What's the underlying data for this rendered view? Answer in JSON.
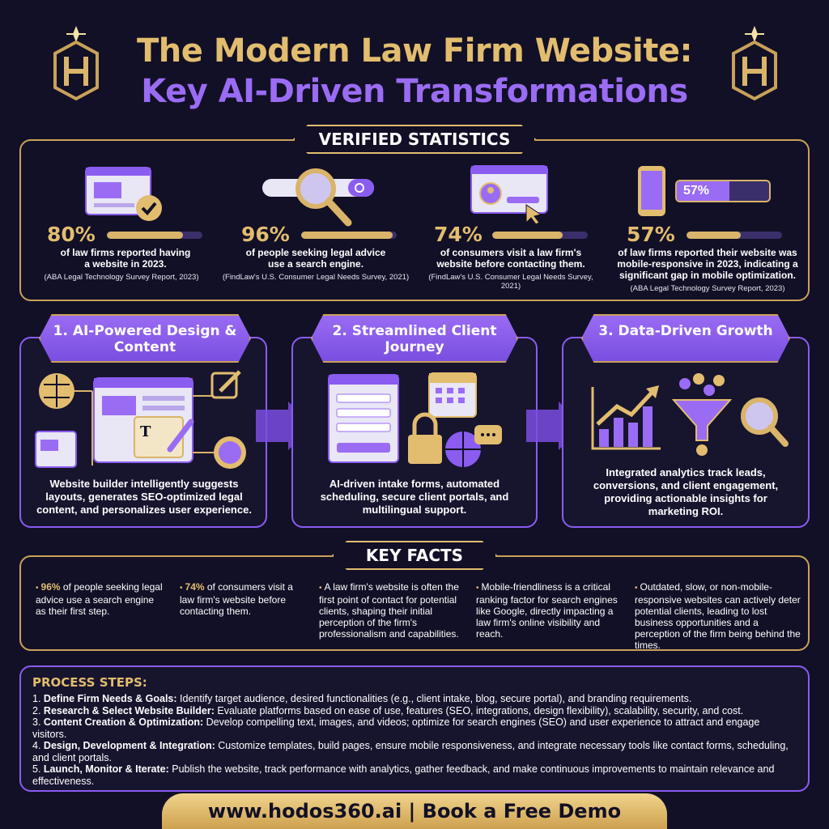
{
  "header": {
    "title_line1": "The Modern Law Firm Website:",
    "title_line2": "Key AI-Driven Transformations"
  },
  "colors": {
    "gold": "#e2bd6f",
    "purple": "#9a6cf4",
    "background": "#121026"
  },
  "statistics": {
    "heading": "VERIFIED STATISTICS",
    "items": [
      {
        "icon": "browser-check-icon",
        "value": "80%",
        "progress": 0.8,
        "text": "of law firms reported having a website in 2023.",
        "source": "(ABA Legal Technology Survey Report, 2023)"
      },
      {
        "icon": "search-magnifier-icon",
        "value": "96%",
        "progress": 0.96,
        "text": "of people seeking legal advice use a search engine.",
        "source": "(FindLaw's U.S. Consumer Legal Needs Survey, 2021)"
      },
      {
        "icon": "browser-profile-icon",
        "value": "74%",
        "progress": 0.74,
        "text": "of consumers visit a law firm's website before contacting them.",
        "source": "(FindLaw's U.S. Consumer Legal Needs Survey, 2021)"
      },
      {
        "icon": "mobile-phone-icon",
        "value": "57%",
        "badge": "57%",
        "progress": 0.57,
        "text": "of law firms reported their website was mobile-responsive in 2023, indicating a significant gap in mobile optimization.",
        "source": "(ABA Legal Technology Survey Report, 2023)"
      }
    ]
  },
  "transformations": [
    {
      "title": "1. AI-Powered Design & Content",
      "text": "Website builder intelligently suggests layouts, generates SEO-optimized legal content, and personalizes user experience."
    },
    {
      "title": "2. Streamlined Client Journey",
      "text": "AI-driven intake forms, automated scheduling, secure client portals, and multilingual support."
    },
    {
      "title": "3. Data-Driven Growth",
      "text": "Integrated analytics track leads, conversions, and client engagement, providing actionable insights for marketing ROI."
    }
  ],
  "key_facts": {
    "heading": "KEY FACTS",
    "items": [
      {
        "highlight": "96%",
        "text": " of people seeking legal advice use a search engine as their first step."
      },
      {
        "highlight": "74%",
        "text": " of consumers visit a law firm's website before contacting them."
      },
      {
        "highlight": "",
        "text": "A law firm's website is often the first point of contact for potential clients, shaping their initial perception of the firm's professionalism and capabilities."
      },
      {
        "highlight": "",
        "text": "Mobile-friendliness is a critical ranking factor for search engines like Google, directly impacting a law firm's online visibility and reach."
      },
      {
        "highlight": "",
        "text": "Outdated, slow, or non-mobile-responsive websites can actively deter potential clients, leading to lost business opportunities and a perception of the firm being behind the times."
      }
    ]
  },
  "process": {
    "heading": "PROCESS STEPS:",
    "steps": [
      {
        "num": "1.",
        "title": "Define Firm Needs & Goals:",
        "text": " Identify target audience, desired functionalities (e.g., client intake, blog, secure portal), and branding requirements."
      },
      {
        "num": "2.",
        "title": "Research & Select Website Builder:",
        "text": " Evaluate platforms based on ease of use, features (SEO, integrations, design flexibility), scalability, security, and cost."
      },
      {
        "num": "3.",
        "title": "Content Creation & Optimization:",
        "text": " Develop compelling text, images, and videos; optimize for search engines (SEO) and user experience to attract and engage visitors."
      },
      {
        "num": "4.",
        "title": "Design, Development & Integration:",
        "text": " Customize templates, build pages, ensure mobile responsiveness, and integrate necessary tools like contact forms, scheduling, and client portals."
      },
      {
        "num": "5.",
        "title": "Launch, Monitor & Iterate:",
        "text": " Publish the website, track performance with analytics, gather feedback, and make continuous improvements to maintain relevance and effectiveness."
      }
    ]
  },
  "footer": {
    "text": "www.hodos360.ai | Book a Free Demo"
  }
}
